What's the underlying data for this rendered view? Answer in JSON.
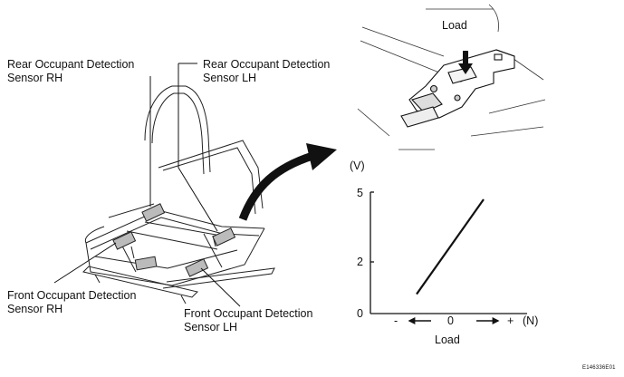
{
  "labels": {
    "rear_rh_line1": "Rear Occupant Detection",
    "rear_rh_line2": "Sensor RH",
    "rear_lh_line1": "Rear Occupant Detection",
    "rear_lh_line2": "Sensor LH",
    "front_rh_line1": "Front Occupant Detection",
    "front_rh_line2": "Sensor RH",
    "front_lh_line1": "Front Occupant Detection",
    "front_lh_line2": "Sensor LH",
    "load_top": "Load",
    "figure_id": "E146336E01"
  },
  "chart_data": {
    "type": "line",
    "y_unit_label": "(V)",
    "x_unit_label": "(N)",
    "xlabel": "Load",
    "x_ticks": [
      "-",
      "0",
      "+"
    ],
    "y_ticks": [
      "5",
      "2",
      "0"
    ],
    "ylim": [
      0,
      5
    ],
    "series": [
      {
        "x": [
          -1,
          1
        ],
        "y": [
          0.8,
          4.7
        ]
      }
    ]
  }
}
